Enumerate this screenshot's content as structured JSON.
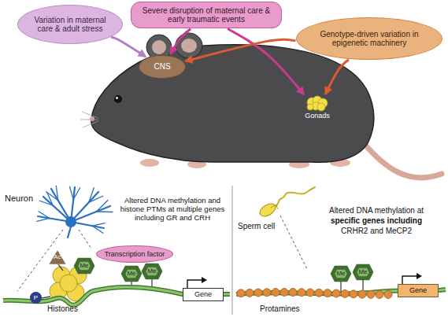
{
  "diagram": {
    "nodes": [
      {
        "text": [
          "Variation in maternal care & adult stress"
        ]
      },
      {
        "text": [
          "Severe disruption of maternal care & early traumatic events"
        ]
      },
      {
        "text": [
          "Genotype-driven variation in epigenetic machinery"
        ]
      },
      {
        "text": [
          "CNS"
        ]
      },
      {
        "text": [
          "Gonads"
        ]
      },
      {
        "text": [
          "Transcription factor"
        ]
      },
      {
        "text": [
          "Ac"
        ]
      },
      {
        "text": [
          "Me"
        ]
      },
      {
        "text": [
          "P"
        ]
      },
      {
        "text": [
          "Me"
        ]
      },
      {
        "text": [
          "Me"
        ]
      },
      {
        "text": [
          "Gene"
        ]
      },
      {
        "text": [
          "Me"
        ]
      },
      {
        "text": [
          "Me"
        ]
      },
      {
        "text": [
          "Gene"
        ]
      }
    ],
    "edges": [
      {
        "from": 0,
        "to": 3,
        "arrow": "to"
      },
      {
        "from": 1,
        "to": 3,
        "arrow": "to"
      },
      {
        "from": 1,
        "to": 4,
        "arrow": "to"
      },
      {
        "from": 2,
        "to": 3,
        "arrow": "to"
      },
      {
        "from": 2,
        "to": 4,
        "arrow": "to"
      }
    ],
    "labels": [
      "Neuron",
      "Altered DNA methylation and histone PTMs at multiple genes including GR and CRH",
      "Histones",
      "Sperm cell",
      "Altered DNA methylation at",
      "specific genes including",
      "CRHR2 and MeCP2",
      "Protamines"
    ]
  }
}
